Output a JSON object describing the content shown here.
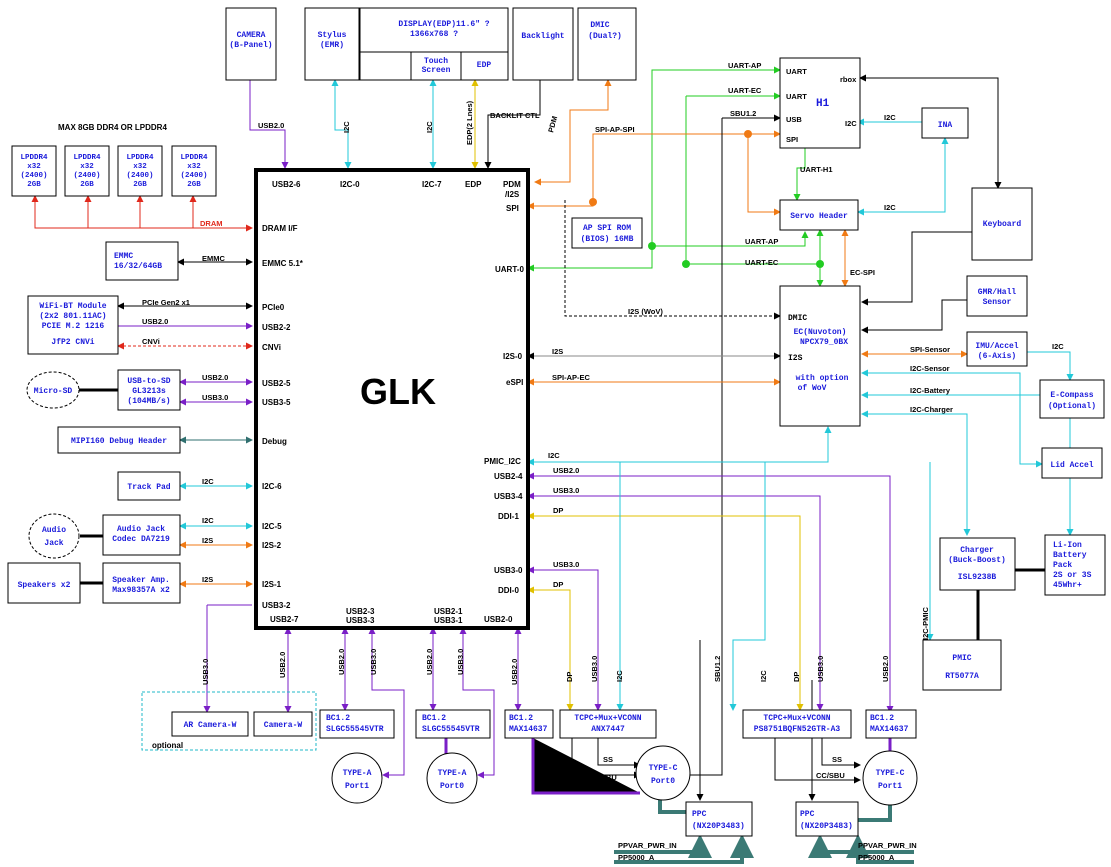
{
  "soc": {
    "name": "GLK"
  },
  "notes": {
    "memory_header": "MAX 8GB DDR4 OR LPDDR4",
    "optional": "optional"
  },
  "blocks": {
    "camera": [
      "CAMERA",
      "(B-Panel)"
    ],
    "stylus": [
      "Stylus",
      "(EMR)"
    ],
    "display": [
      "DISPLAY(EDP)11.6\" ?",
      "1366x768 ?"
    ],
    "touch": [
      "Touch",
      "Screen"
    ],
    "edp": [
      "EDP"
    ],
    "backlight": [
      "Backlight"
    ],
    "dmic_top": [
      "DMIC",
      "(Dual?)"
    ],
    "h1": [
      "H1"
    ],
    "ina": [
      "INA"
    ],
    "keyboard": [
      "Keyboard"
    ],
    "lpddr4_1": [
      "LPDDR4",
      "x32",
      "(2400)",
      "2GB"
    ],
    "lpddr4_2": [
      "LPDDR4",
      "x32",
      "(2400)",
      "2GB"
    ],
    "lpddr4_3": [
      "LPDDR4",
      "x32",
      "(2400)",
      "2GB"
    ],
    "lpddr4_4": [
      "LPDDR4",
      "x32",
      "(2400)",
      "2GB"
    ],
    "emmc": [
      "EMMC",
      "16/32/64GB"
    ],
    "wifi": [
      "WiFi-BT Module",
      "(2x2 801.11AC)",
      "PCIE M.2 1216",
      "JfP2 CNVi"
    ],
    "microsd": [
      "Micro-SD"
    ],
    "usb_sd": [
      "USB-to-SD",
      "GL3213s",
      "(104MB/s)"
    ],
    "mipi": [
      "MIPI160 Debug Header"
    ],
    "trackpad": [
      "Track Pad"
    ],
    "audio_jack": [
      "Audio",
      "Jack"
    ],
    "audio_codec": [
      "Audio Jack",
      "Codec DA7219"
    ],
    "speakers": [
      "Speakers x2"
    ],
    "spk_amp": [
      "Speaker Amp.",
      "Max98357A x2"
    ],
    "ap_spi_rom": [
      "AP SPI ROM",
      "(BIOS) 16MB"
    ],
    "servo": [
      "Servo Header"
    ],
    "ec": [
      "DMIC",
      "EC(Nuvoton)",
      "NPCX79_0BX",
      "I2S",
      "with option",
      "of WoV"
    ],
    "gmr": [
      "GMR/Hall",
      "Sensor"
    ],
    "imu": [
      "IMU/Accel",
      "(6-Axis)"
    ],
    "ecompass": [
      "E-Compass",
      "(Optional)"
    ],
    "lid_accel": [
      "Lid Accel"
    ],
    "charger": [
      "Charger",
      "(Buck-Boost)",
      "ISL9238B"
    ],
    "battery": [
      "Li-Ion",
      "Battery",
      "Pack",
      "2S or 3S",
      "45Whr+"
    ],
    "pmic": [
      "PMIC",
      "RT5077A"
    ],
    "ar_cam": [
      "AR Camera-W"
    ],
    "camera_w": [
      "Camera-W"
    ],
    "bc12_a": [
      "BC1.2",
      "SLGC55545VTR"
    ],
    "bc12_b": [
      "BC1.2",
      "SLGC55545VTR"
    ],
    "bc12_c": [
      "BC1.2",
      "MAX14637"
    ],
    "tcpc_l": [
      "TCPC+Mux+VCONN",
      "ANX7447"
    ],
    "tcpc_r": [
      "TCPC+Mux+VCONN",
      "PS8751BQFN52GTR-A3"
    ],
    "bc12_d": [
      "BC1.2",
      "MAX14637"
    ],
    "typea1": [
      "TYPE-A",
      "Port1"
    ],
    "typea0": [
      "TYPE-A",
      "Port0"
    ],
    "typec0": [
      "TYPE-C",
      "Port0"
    ],
    "typec1": [
      "TYPE-C",
      "Port1"
    ],
    "ppc_l": [
      "PPC",
      "(NX20P3483)"
    ],
    "ppc_r": [
      "PPC",
      "(NX20P3483)"
    ]
  },
  "pins": {
    "usb2_6": "USB2-6",
    "i2c_0": "I2C-0",
    "i2c_7": "I2C-7",
    "edp": "EDP",
    "pdm": "PDM",
    "i2s_sl": "/I2S",
    "spi": "SPI",
    "dram": "DRAM I/F",
    "emmc": "EMMC 5.1*",
    "pcie0": "PCIe0",
    "usb2_2": "USB2-2",
    "cnvi": "CNVi",
    "usb2_5": "USB2-5",
    "usb3_5": "USB3-5",
    "debug": "Debug",
    "i2c_6": "I2C-6",
    "i2c_5": "I2C-5",
    "i2s_2": "I2S-2",
    "i2s_1": "I2S-1",
    "usb3_2": "USB3-2",
    "usb2_7": "USB2-7",
    "usb2_3": "USB2-3",
    "usb3_3": "USB3-3",
    "usb2_1": "USB2-1",
    "usb3_1": "USB3-1",
    "usb2_0": "USB2-0",
    "uart0": "UART-0",
    "i2s0": "I2S-0",
    "espi": "eSPI",
    "pmic_i2c": "PMIC_I2C",
    "usb2_4": "USB2-4",
    "usb3_4": "USB3-4",
    "ddi1": "DDI-1",
    "usb3_0": "USB3-0",
    "ddi0": "DDI-0",
    "h1_uart1": "UART",
    "h1_uart2": "UART",
    "h1_usb": "USB",
    "h1_spi": "SPI",
    "h1_rbox": "rbox",
    "h1_i2c": "I2C"
  },
  "signals": {
    "usb2_0": "USB2.0",
    "i2c": "I2C",
    "edp2": "EDP(2 Lnes)",
    "backlit": "BACKLIT CTL",
    "pdm": "PDM",
    "dram": "DRAM",
    "emmc": "EMMC",
    "pcie": "PCIe Gen2 x1",
    "usb20": "USB2.0",
    "cnvi": "CNVi",
    "usb30": "USB3.0",
    "i2s": "I2S",
    "uart_ap": "UART-AP",
    "uart_ec": "UART-EC",
    "sbu12": "SBU1.2",
    "spi_ap_spi": "SPI-AP-SPI",
    "uart_h1": "UART-H1",
    "ec_spi": "EC-SPI",
    "i2s_wov": "I2S (WoV)",
    "spi_ap_ec": "SPI-AP-EC",
    "spi_sensor": "SPI-Sensor",
    "i2c_sensor": "I2C-Sensor",
    "i2c_battery": "I2C-Battery",
    "i2c_charger": "I2C-Charger",
    "i2c_pmic": "I2C-PMIC",
    "dp": "DP",
    "ss": "SS",
    "cc_sbu": "CC/SBU",
    "ppvar": "PPVAR_PWR_IN",
    "pp5000": "PP5000_A",
    "sbu12v": "SBU1.2",
    "usb30v": "USB3.0",
    "usb20v": "USB2.0",
    "i2cv": "I2C",
    "dpv": "DP"
  },
  "colors": {
    "usb2": "#7a1fc7",
    "i2c": "#22c8d8",
    "edp": "#f2d100",
    "dram": "#e0281b",
    "uart": "#22cc22",
    "spi": "#f07a14",
    "i2s": "#f07a14",
    "debug": "#2f6f6f",
    "label_blue": "#1a1adb",
    "power": "#3b7a75"
  }
}
